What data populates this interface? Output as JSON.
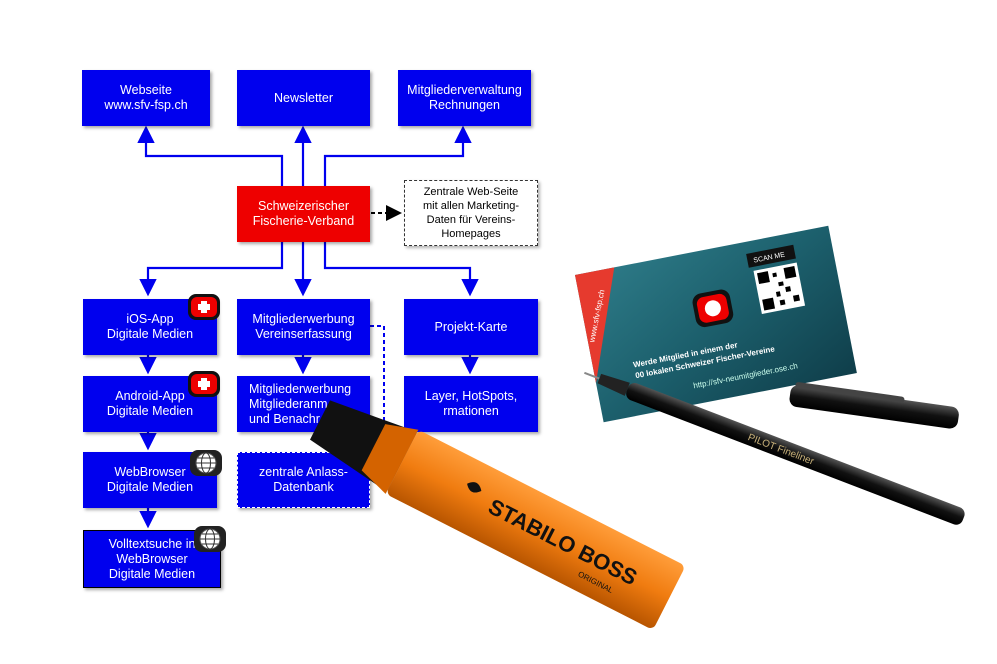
{
  "diagram": {
    "center": "Schweizerischer\nFischerie-Verband",
    "top": [
      "Webseite\nwww.sfv-fsp.ch",
      "Newsletter",
      "Mitgliederverwaltung\nRechnungen"
    ],
    "note": "Zentrale Web-Seite\nmit allen Marketing-\nDaten für Vereins-\nHomepages",
    "left_column": [
      "iOS-App\nDigitale Medien",
      "Android-App\nDigitale Medien",
      "WebBrowser\nDigitale Medien",
      "Volltextsuche in\nWebBrowser\nDigitale Medien"
    ],
    "middle_column": [
      "Mitgliederwerbung\nVereinserfassung",
      "Mitgliederwerbung\nMitgliederanm\nund Benachr",
      "zentrale Anlass-\nDatenbank"
    ],
    "right_column": [
      "Projekt-Karte",
      "Layer, HotSpots,\nrmationen"
    ]
  },
  "photo": {
    "card_text_line1": "Werde Mitglied in einem der",
    "card_text_line2": "00 lokalen Schweizer Fischer-Vereine",
    "card_url": "http://sfv-neumitglieder.ose.ch",
    "card_side_url": "www.sfv-fsp.ch",
    "card_scan": "SCAN ME",
    "highlighter_brand": "STABILO BOSS",
    "highlighter_sub": "ORIGINAL",
    "pen_brand": "PILOT Fineliner",
    "colors": {
      "box_blue": "#0000ee",
      "box_red": "#ee0000",
      "highlighter_orange": "#f07c10",
      "card_teal": "#1c5f6c"
    }
  }
}
